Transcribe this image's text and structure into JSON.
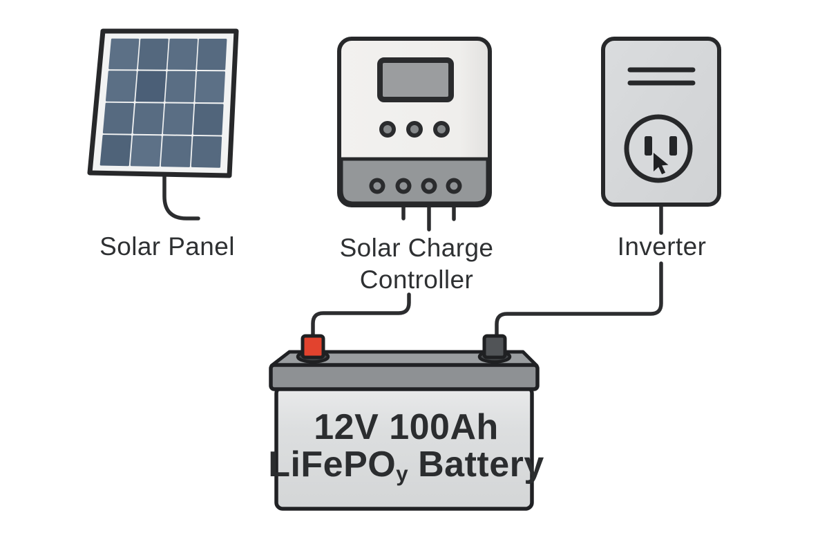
{
  "labels": {
    "solar_panel": "Solar Panel",
    "charge_controller_line1": "Solar Charge",
    "charge_controller_line2": "Controller",
    "inverter": "Inverter"
  },
  "battery": {
    "rating": "12V 100Ah",
    "chemistry_prefix": "LiFePO",
    "chemistry_sub": "y",
    "chemistry_suffix": "Battery"
  },
  "colors": {
    "background": "#ffffff",
    "outline": "#27282a",
    "wire": "#2c2d2f",
    "panel_frame_fill": "#f2f3f3",
    "controller_body": "#f0efed",
    "controller_band": "#949799",
    "controller_screen": "#9b9d9f",
    "inverter_body": "#d5d7d9",
    "battery_body": "#d9dbdc",
    "battery_lid_front": "#8e9194",
    "battery_lid_top": "#9a9da0",
    "terminal_positive_red": "#e2432e",
    "terminal_negative_gray": "#515457",
    "label_text": "#2e3032"
  },
  "solar_panel": {
    "rows": 4,
    "cols": 4,
    "cell_colors": [
      "#5c7086",
      "#54687e",
      "#5a6e84",
      "#566a80",
      "#5b6f85",
      "#4b5f77",
      "#5a6e84",
      "#5c7086",
      "#566a80",
      "#586c82",
      "#5a6e84",
      "#51657b",
      "#4f6379",
      "#5d7187",
      "#586c82",
      "#55697f"
    ]
  }
}
